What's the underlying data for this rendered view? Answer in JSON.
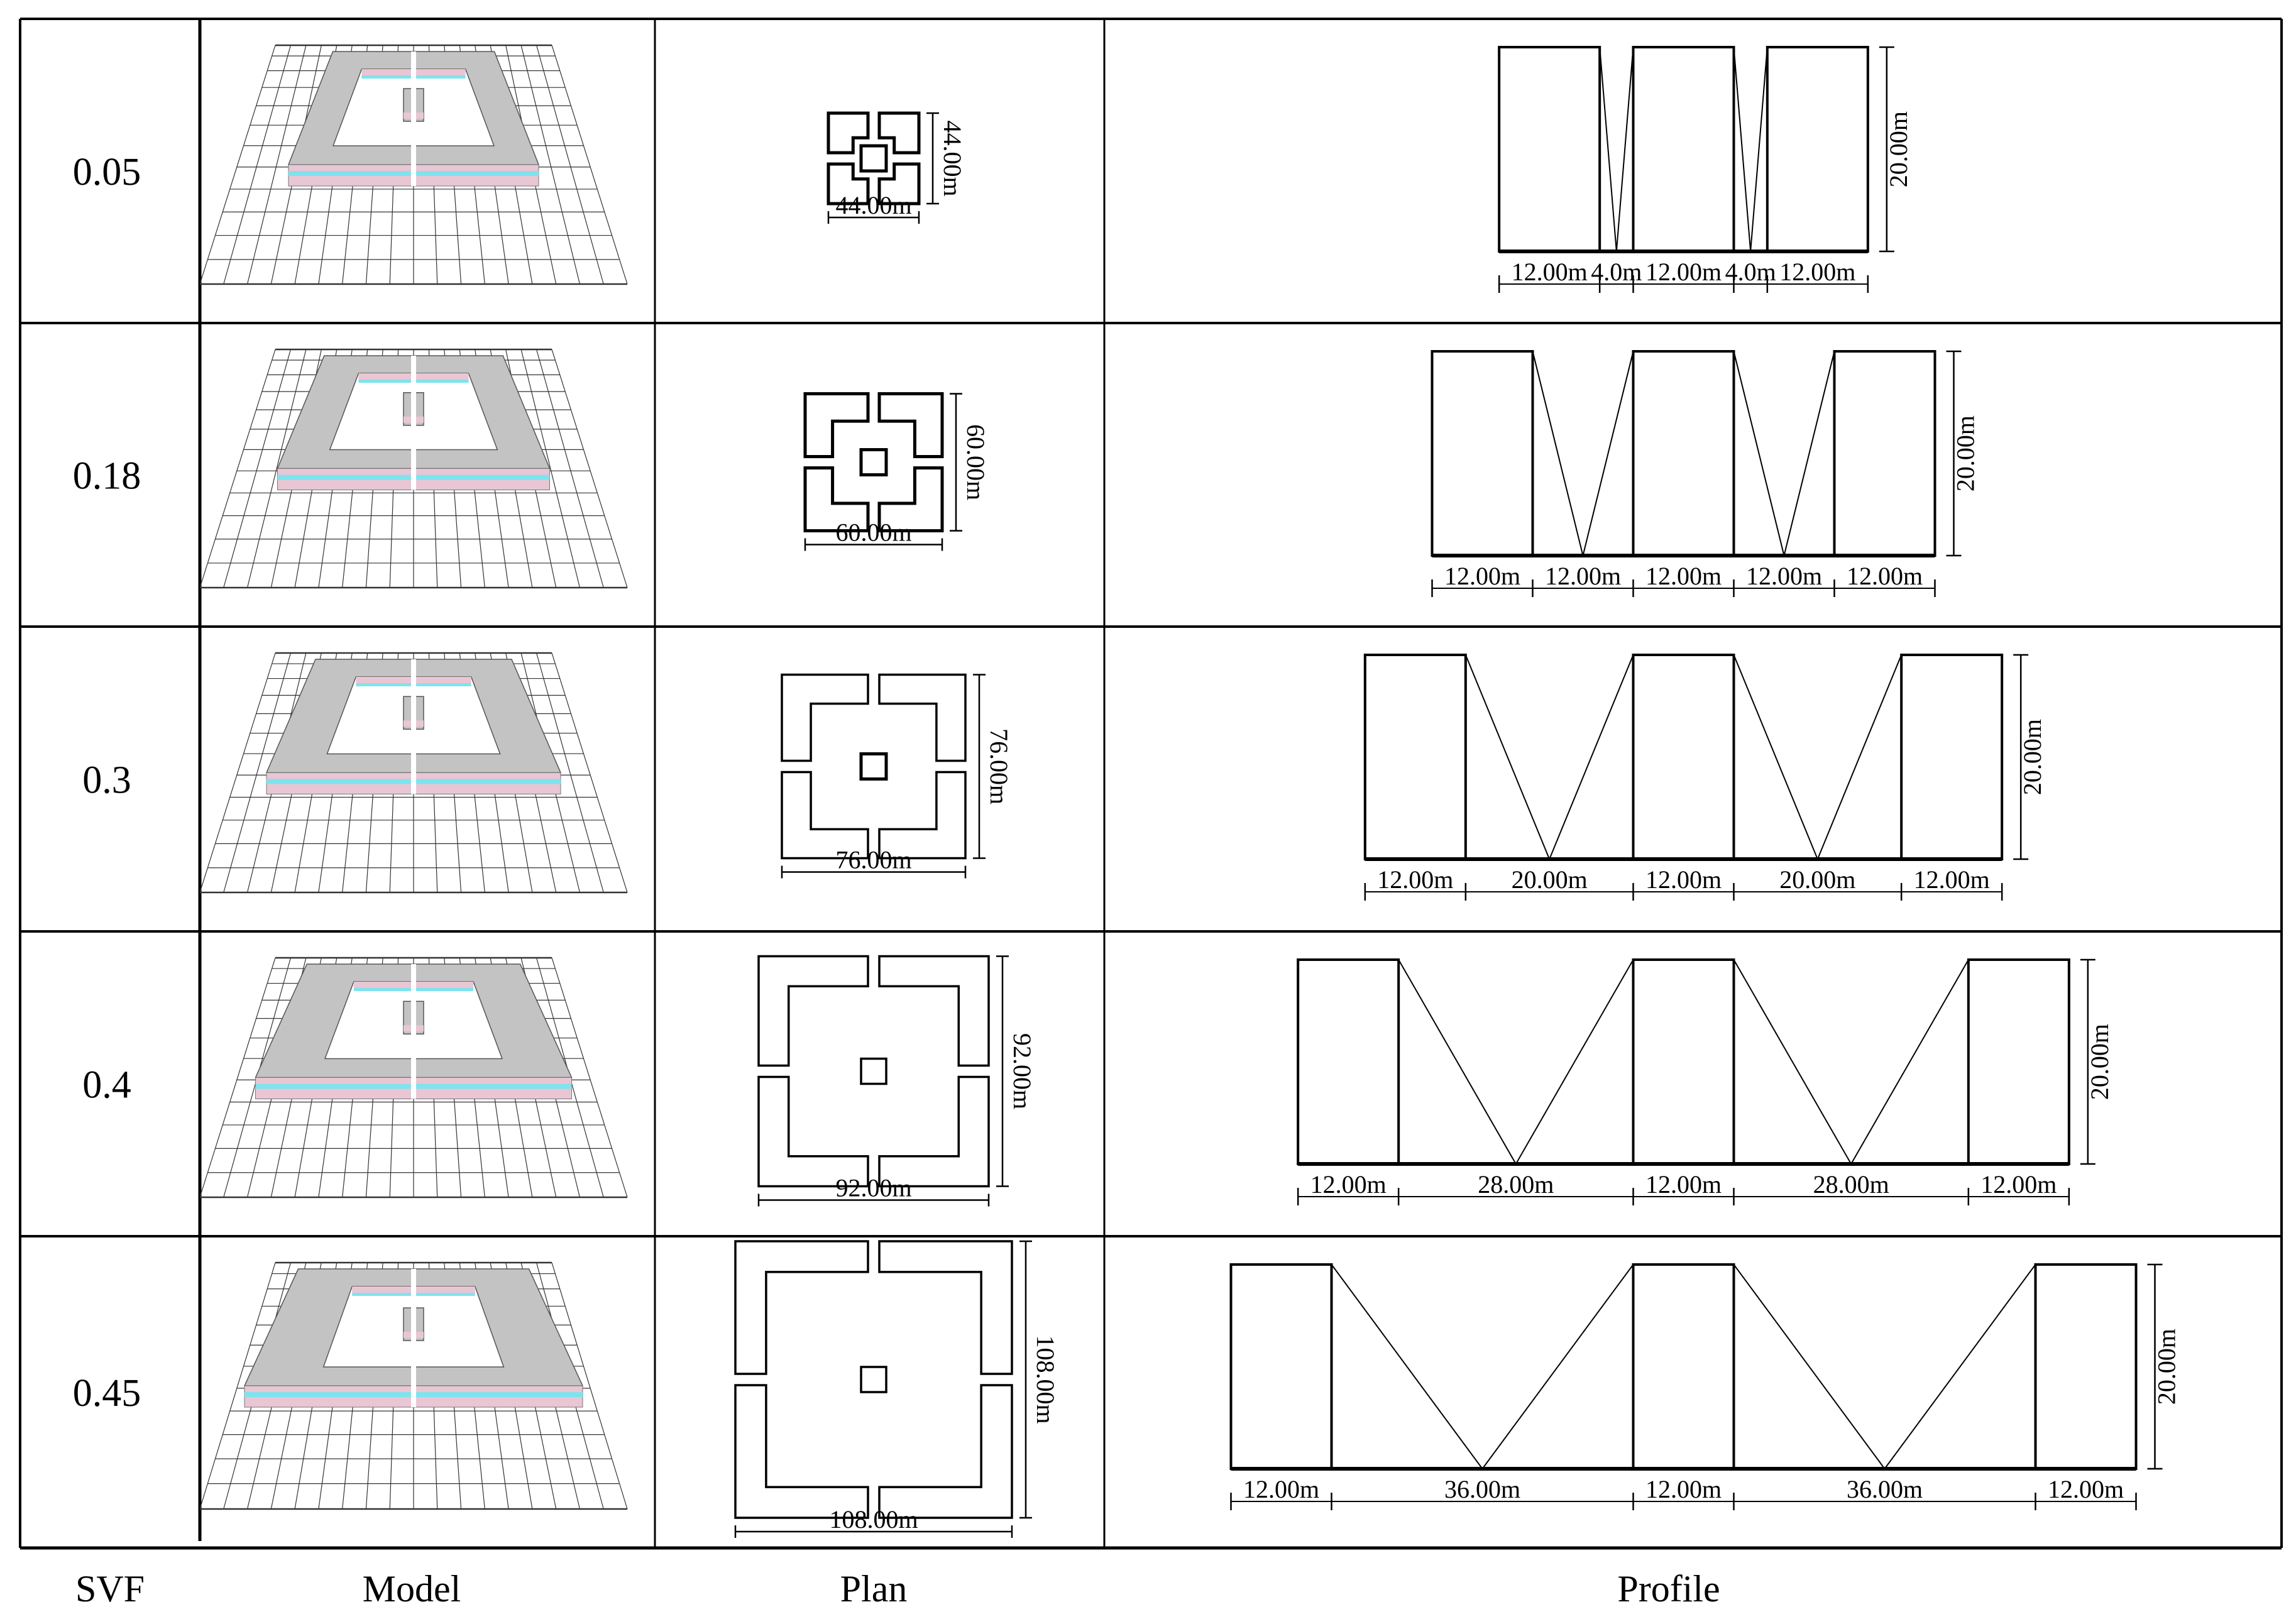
{
  "colors": {
    "roof": "#c3c3c3",
    "wall_pink": "#e9c6d3",
    "glass_cyan": "#7fe3ee",
    "line": "#000000",
    "grid": "#333333"
  },
  "footer": {
    "svf": "SVF",
    "model": "Model",
    "plan": "Plan",
    "profile": "Profile"
  },
  "rows": [
    {
      "svf": "0.05",
      "plan": {
        "size_label": "44.00m",
        "size_m": 44
      },
      "profile": {
        "height_label": "20.00m",
        "height_m": 20,
        "building_label": "12.00m",
        "building_m": 12,
        "gap_label": "4.0m",
        "gap_m": 4
      }
    },
    {
      "svf": "0.18",
      "plan": {
        "size_label": "60.00m",
        "size_m": 60
      },
      "profile": {
        "height_label": "20.00m",
        "height_m": 20,
        "building_label": "12.00m",
        "building_m": 12,
        "gap_label": "12.00m",
        "gap_m": 12
      }
    },
    {
      "svf": "0.3",
      "plan": {
        "size_label": "76.00m",
        "size_m": 76
      },
      "profile": {
        "height_label": "20.00m",
        "height_m": 20,
        "building_label": "12.00m",
        "building_m": 12,
        "gap_label": "20.00m",
        "gap_m": 20
      }
    },
    {
      "svf": "0.4",
      "plan": {
        "size_label": "92.00m",
        "size_m": 92
      },
      "profile": {
        "height_label": "20.00m",
        "height_m": 20,
        "building_label": "12.00m",
        "building_m": 12,
        "gap_label": "28.00m",
        "gap_m": 28
      }
    },
    {
      "svf": "0.45",
      "plan": {
        "size_label": "108.00m",
        "size_m": 108
      },
      "profile": {
        "height_label": "20.00m",
        "height_m": 20,
        "building_label": "12.00m",
        "building_m": 12,
        "gap_label": "36.00m",
        "gap_m": 36
      }
    }
  ]
}
